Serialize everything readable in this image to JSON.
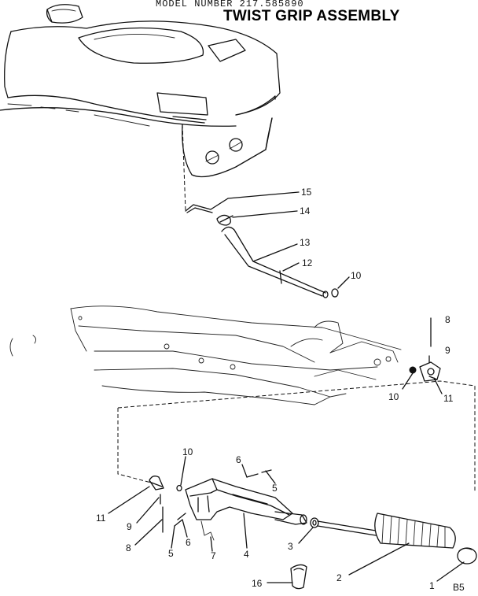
{
  "header": {
    "model_number": "MODEL NUMBER 217.585890",
    "title": "TWIST GRIP ASSEMBLY"
  },
  "callouts": [
    {
      "id": "c15",
      "label": "15"
    },
    {
      "id": "c14",
      "label": "14"
    },
    {
      "id": "c13",
      "label": "13"
    },
    {
      "id": "c12",
      "label": "12"
    },
    {
      "id": "c10a",
      "label": "10"
    },
    {
      "id": "c8a",
      "label": "8"
    },
    {
      "id": "c9a",
      "label": "9"
    },
    {
      "id": "c10b",
      "label": "10"
    },
    {
      "id": "c11a",
      "label": "11"
    },
    {
      "id": "c10c",
      "label": "10"
    },
    {
      "id": "c6a",
      "label": "6"
    },
    {
      "id": "c5a",
      "label": "5"
    },
    {
      "id": "c11b",
      "label": "11"
    },
    {
      "id": "c9b",
      "label": "9"
    },
    {
      "id": "c8b",
      "label": "8"
    },
    {
      "id": "c5b",
      "label": "5"
    },
    {
      "id": "c6b",
      "label": "6"
    },
    {
      "id": "c7",
      "label": "7"
    },
    {
      "id": "c4",
      "label": "4"
    },
    {
      "id": "c3",
      "label": "3"
    },
    {
      "id": "c2",
      "label": "2"
    },
    {
      "id": "c16",
      "label": "16"
    },
    {
      "id": "c1",
      "label": "1"
    }
  ],
  "corner_code": "B5"
}
